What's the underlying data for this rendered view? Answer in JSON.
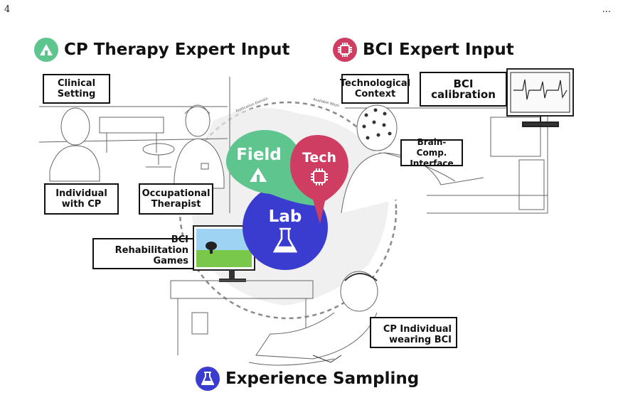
{
  "page": {
    "number": "4",
    "ellipsis": "..."
  },
  "colors": {
    "field": "#5ec58f",
    "tech": "#cf3d63",
    "lab": "#3a3ccf",
    "sketch": "#555555",
    "dashed": "#888888"
  },
  "headings": {
    "cp_therapy": {
      "text": "CP Therapy Expert Input",
      "icon": "tent-icon"
    },
    "bci_expert": {
      "text": "BCI Expert Input",
      "icon": "chip-icon"
    },
    "experience": {
      "text": "Experience Sampling",
      "icon": "flask-icon"
    }
  },
  "bubbles": {
    "field": "Field",
    "tech": "Tech",
    "lab": "Lab"
  },
  "circle_labels": {
    "application_domain": "Application Domain",
    "available_ways": "Available Ways"
  },
  "labels": {
    "clinical_setting": [
      "Clinical",
      "Setting"
    ],
    "individual_cp": [
      "Individual",
      "with CP"
    ],
    "occupational_therapist": [
      "Occupational",
      "Therapist"
    ],
    "technological_context": [
      "Technological",
      "Context"
    ],
    "bci_calibration": "BCI calibration",
    "brain_comp_interface": [
      "Brain-Comp.",
      "Interface"
    ],
    "bci_rehab_games": [
      "BCI Rehabilitation",
      "Games"
    ],
    "cp_individual_bci": [
      "CP Individual",
      "wearing BCI"
    ]
  }
}
